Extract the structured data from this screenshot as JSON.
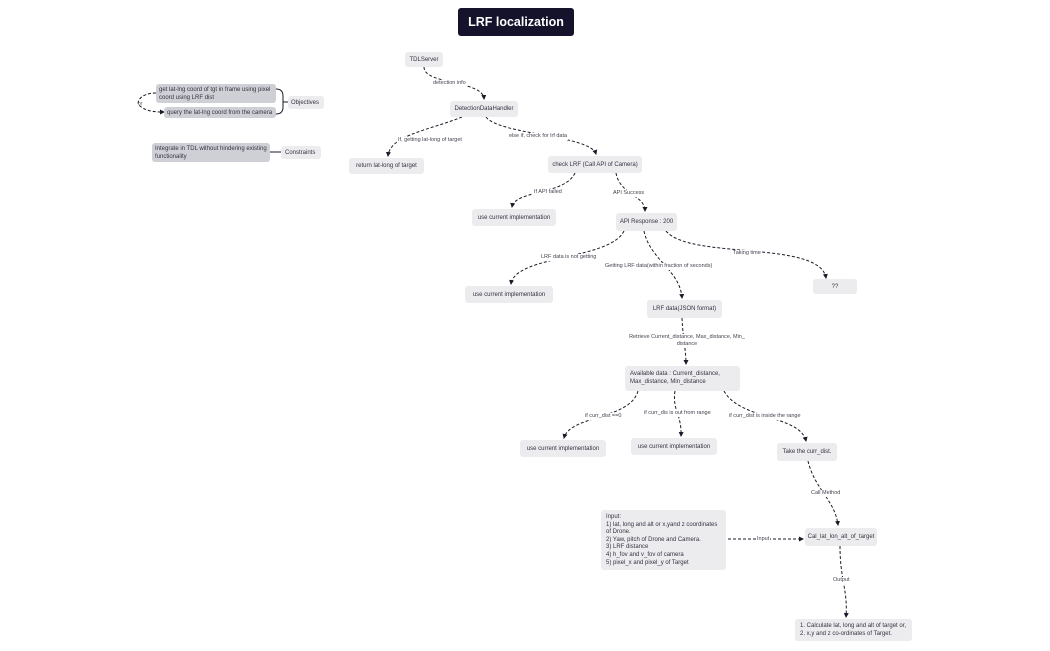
{
  "title": "LRF localization",
  "left_panel": {
    "objectives_label": "Objectives",
    "objective_items": [
      "get lat-lng coord of tgt in frame using pixel coord using LRF dist",
      "query the lat-lng coord from the camera"
    ],
    "or_label": "or",
    "constraints_label": "Constraints",
    "constraint_item": "Integrate in TDL without hindering existing functionality"
  },
  "nodes": {
    "tdl_server": "TDLServer",
    "detection_handler": "DetectionDataHandler",
    "return_target": "return lat-long of target",
    "check_lrf": "check LRF (Call API of Camera)",
    "use_current_1": "use current implementation",
    "api_response": "API Response : 200",
    "use_current_2": "use current implementation",
    "lrf_data": "LRF data(JSON format)",
    "unknown": "??",
    "available_data": "Available data : Current_distance, Max_distance, Min_distance",
    "use_current_3": "use current implementation",
    "use_current_4": "use current implementation",
    "take_curr_dist": "Take the curr_dist.",
    "calc_method": "Cal_lat_lon_alt_of_target",
    "input_title": "Input:",
    "input_lines": [
      "1) lat, long and alt or x,yand z coordinates of Drone.",
      "2) Yaw, pitch of Drone and Camera.",
      "3) LRF distance",
      "4) h_fov and v_fov of camera",
      "5) pixel_x and pixel_y of Target"
    ],
    "output_lines": [
      "1. Calculate lat, long and alt of target or,",
      "2. x,y and z co-ordinates of Target."
    ]
  },
  "edge_labels": {
    "detection_info": "detection info",
    "if_getting_latlong": "If, getting lat-long of target",
    "else_check_lrf": "else if, check for lrf data",
    "if_api_failed": "If API failed",
    "api_success": "API Success",
    "lrf_not_getting": "LRF data is not getting",
    "getting_lrf": "Getting LRF data(within fraction of seconds)",
    "taking_time": "Taking time",
    "retrieve": "Retrieve Current_distance, Max_distance, Min_ distance",
    "if_curr_dist_0": "if curr_dist ==0",
    "if_out_of_range": "if curr_dis is out from range",
    "if_inside_range": "if curr_dist is inside the range",
    "call_method": "Call Method",
    "input": "Input",
    "output": "Output"
  }
}
